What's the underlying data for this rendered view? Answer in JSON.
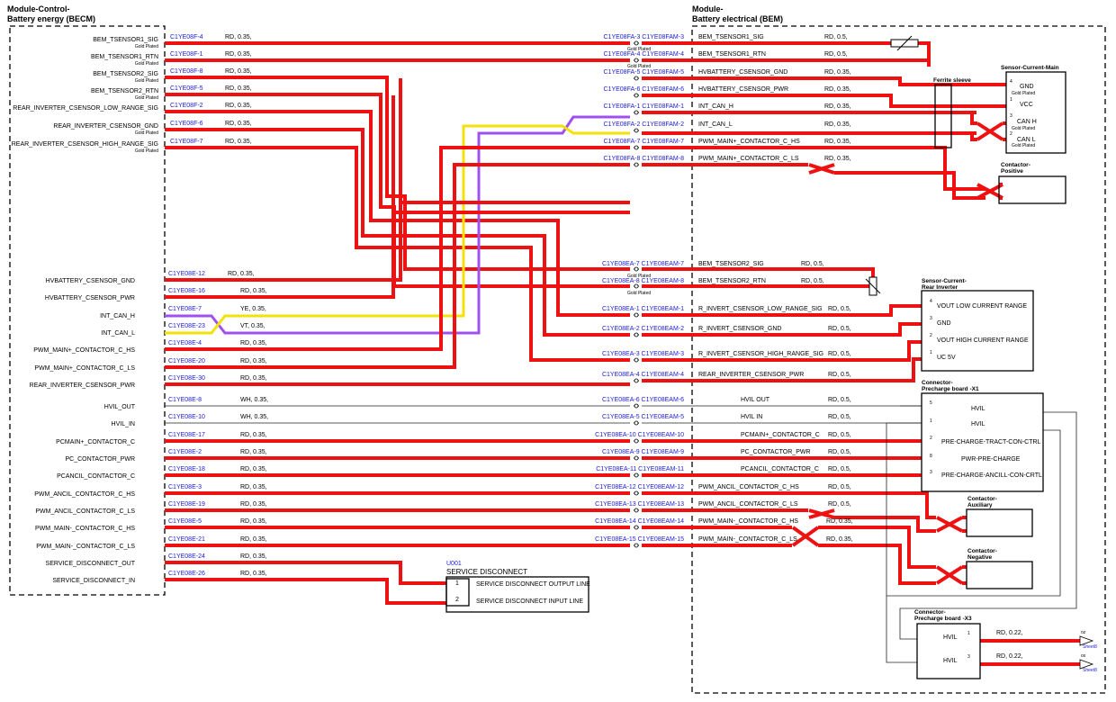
{
  "modules": {
    "becm_title_1": "Module-Control-",
    "becm_title_2": "Battery energy (BECM)",
    "bem_title_1": "Module-",
    "bem_title_2": "Battery electrical (BEM)"
  },
  "upper_wires": [
    {
      "left": "BEM_TSENSOR1_SIG",
      "sub": "Gold Plated",
      "code": "C1YE08F-4",
      "spec": "RD,  0.35,",
      "mid": "C1YE08FA-3  C1YE08FAM-3",
      "midsub": "Gold Plated",
      "right": "BEM_TSENSOR1_SIG",
      "rspec": "RD,  0.5,"
    },
    {
      "left": "BEM_TSENSOR1_RTN",
      "sub": "Gold Plated",
      "code": "C1YE08F-1",
      "spec": "RD,  0.35,",
      "mid": "C1YE08FA-4  C1YE08FAM-4",
      "midsub": "Gold Plated",
      "right": "BEM_TSENSOR1_RTN",
      "rspec": "RD,  0.5,"
    },
    {
      "left": "BEM_TSENSOR2_SIG",
      "sub": "Gold Plated",
      "code": "C1YE08F-8",
      "spec": "RD,  0.35,",
      "mid": "C1YE08FA-5  C1YE08FAM-5",
      "midsub": "",
      "right": "HVBATTERY_CSENSOR_GND",
      "rspec": "RD,  0.35,"
    },
    {
      "left": "BEM_TSENSOR2_RTN",
      "sub": "Gold Plated",
      "code": "C1YE08F-5",
      "spec": "RD,  0.35,",
      "mid": "C1YE08FA-6  C1YE08FAM-6",
      "midsub": "",
      "right": "HVBATTERY_CSENSOR_PWR",
      "rspec": "RD,  0.35,"
    },
    {
      "left": "REAR_INVERTER_CSENSOR_LOW_RANGE_SIG",
      "sub": "",
      "code": "C1YE08F-2",
      "spec": "RD,  0.35,",
      "mid": "C1YE08FA-1  C1YE08FAM-1",
      "midsub": "",
      "right": "INT_CAN_H",
      "rspec": "RD,  0.35,"
    },
    {
      "left": "REAR_INVERTER_CSENSOR_GND",
      "sub": "Gold Plated",
      "code": "C1YE08F-6",
      "spec": "RD,  0.35,",
      "mid": "C1YE08FA-2  C1YE08FAM-2",
      "midsub": "",
      "right": "INT_CAN_L",
      "rspec": "RD,  0.35,"
    },
    {
      "left": "REAR_INVERTER_CSENSOR_HIGH_RANGE_SIG",
      "sub": "Gold Plated",
      "code": "C1YE08F-7",
      "spec": "RD,  0.35,",
      "mid": "C1YE08FA-7  C1YE08FAM-7",
      "midsub": "",
      "right": "PWM_MAIN+_CONTACTOR_C_HS",
      "rspec": "RD,  0.35,"
    },
    {
      "left": "",
      "sub": "",
      "code": "",
      "spec": "",
      "mid": "C1YE08FA-8  C1YE08FAM-8",
      "midsub": "",
      "right": "PWM_MAIN+_CONTACTOR_C_LS",
      "rspec": "RD,  0.35,"
    }
  ],
  "tsensor2_wires": [
    {
      "mid": "C1YE08EA-7  C1YE08EAM-7",
      "midsub": "Gold Plated",
      "right": "BEM_TSENSOR2_SIG",
      "rspec": "RD,  0.5,"
    },
    {
      "mid": "C1YE08EA-8  C1YE08EAM-8",
      "midsub": "Gold Plated",
      "right": "BEM_TSENSOR2_RTN",
      "rspec": "RD,  0.5,"
    }
  ],
  "lower_wires": [
    {
      "left": "HVBATTERY_CSENSOR_GND",
      "code": "C1YE08E-12",
      "spec": "RD,  0.35,",
      "mid": "C1YE08EA-1  C1YE08EAM-1",
      "right": "R_INVERT_CSENSOR_LOW_RANGE_SIG",
      "rspec": "RD,  0.5,"
    },
    {
      "left": "HVBATTERY_CSENSOR_PWR",
      "code": "C1YE08E-16",
      "spec": "RD,  0.35,",
      "mid": "C1YE08EA-2  C1YE08EAM-2",
      "right": "R_INVERT_CSENSOR_GND",
      "rspec": "RD,  0.5,"
    },
    {
      "left": "INT_CAN_H",
      "code": "C1YE08E-7",
      "spec": "YE,  0.35,",
      "mid": "C1YE08EA-3  C1YE08EAM-3",
      "right": "R_INVERT_CSENSOR_HIGH_RANGE_SIG",
      "rspec": "RD,  0.5,"
    },
    {
      "left": "INT_CAN_L",
      "code": "C1YE08E-23",
      "spec": "VT,  0.35,",
      "mid": "C1YE08EA-4  C1YE08EAM-4",
      "right": "REAR_INVERTER_CSENSOR_PWR",
      "rspec": "RD,  0.5,"
    },
    {
      "left": "PWM_MAIN+_CONTACTOR_C_HS",
      "code": "C1YE08E-4",
      "spec": "RD,  0.35,",
      "mid": "C1YE08EA-6  C1YE08EAM-6",
      "right": "HVIL OUT",
      "rspec": "RD,  0.5,"
    },
    {
      "left": "PWM_MAIN+_CONTACTOR_C_LS",
      "code": "C1YE08E-20",
      "spec": "RD,  0.35,",
      "mid": "C1YE08EA-5  C1YE08EAM-5",
      "right": "HVIL IN",
      "rspec": "RD,  0.5,"
    },
    {
      "left": "REAR_INVERTER_CSENSOR_PWR",
      "code": "C1YE08E-30",
      "spec": "RD,  0.35,",
      "mid": "C1YE08EA-10  C1YE08EAM-10",
      "right": "PCMAIN+_CONTACTOR_C",
      "rspec": "RD,  0.5,"
    },
    {
      "left": "HVIL_OUT",
      "code": "C1YE08E-8",
      "spec": "WH,  0.35,",
      "mid": "C1YE08EA-9  C1YE08EAM-9",
      "right": "PC_CONTACTOR_PWR",
      "rspec": "RD,  0.5,"
    },
    {
      "left": "HVIL_IN",
      "code": "C1YE08E-10",
      "spec": "WH,  0.35,",
      "mid": "C1YE08EA-11  C1YE08EAM-11",
      "right": "PCANCIL_CONTACTOR_C",
      "rspec": "RD,  0.5,"
    },
    {
      "left": "PCMAIN+_CONTACTOR_C",
      "code": "C1YE08E-17",
      "spec": "RD,  0.35,",
      "mid": "C1YE08EA-12  C1YE08EAM-12",
      "right": "PWM_ANCIL_CONTACTOR_C_HS",
      "rspec": "RD,  0.5,"
    },
    {
      "left": "PC_CONTACTOR_PWR",
      "code": "C1YE08E-2",
      "spec": "RD,  0.35,",
      "mid": "C1YE08EA-13  C1YE08EAM-13",
      "right": "PWM_ANCIL_CONTACTOR_C_LS",
      "rspec": "RD,  0.5,"
    },
    {
      "left": "PCANCIL_CONTACTOR_C",
      "code": "C1YE08E-18",
      "spec": "RD,  0.35,",
      "mid": "C1YE08EA-14  C1YE08EAM-14",
      "right": "PWM_MAIN-_CONTACTOR_C_HS",
      "rspec": "RD,  0.35,"
    },
    {
      "left": "PWM_ANCIL_CONTACTOR_C_HS",
      "code": "C1YE08E-3",
      "spec": "RD,  0.35,",
      "mid": "C1YE08EA-15  C1YE08EAM-15",
      "right": "PWM_MAIN-_CONTACTOR_C_LS",
      "rspec": "RD,  0.35,"
    },
    {
      "left": "PWM_ANCIL_CONTACTOR_C_LS",
      "code": "C1YE08E-19",
      "spec": "RD,  0.35,",
      "mid": "",
      "right": "",
      "rspec": ""
    },
    {
      "left": "PWM_MAIN-_CONTACTOR_C_HS",
      "code": "C1YE08E-5",
      "spec": "RD,  0.35,",
      "mid": "",
      "right": "",
      "rspec": ""
    },
    {
      "left": "PWM_MAIN-_CONTACTOR_C_LS",
      "code": "C1YE08E-21",
      "spec": "RD,  0.35,",
      "mid": "",
      "right": "",
      "rspec": ""
    },
    {
      "left": "SERVICE_DISCONNECT_OUT",
      "code": "C1YE08E-24",
      "spec": "RD,  0.35,",
      "mid": "",
      "right": "",
      "rspec": ""
    },
    {
      "left": "SERVICE_DISCONNECT_IN",
      "code": "C1YE08E-26",
      "spec": "RD,  0.35,",
      "mid": "",
      "right": "",
      "rspec": ""
    }
  ],
  "components": {
    "ferrite": "Ferrite sleeve",
    "current_main": {
      "title": "Sensor-Current-Main",
      "pins": [
        "4",
        "1",
        "3",
        "2"
      ],
      "labels": [
        "GND",
        "VCC",
        "CAN H",
        "CAN L"
      ],
      "gold": "Gold Plated"
    },
    "contactor_positive": {
      "title": "Contactor-",
      "title2": "Positive"
    },
    "rear_inverter": {
      "title": "Sensor-Current-",
      "title2": "Rear Inverter",
      "pins": [
        "4",
        "3",
        "2",
        "1"
      ],
      "labels": [
        "VOUT LOW CURRENT RANGE",
        "GND",
        "VOUT HIGH CURRENT RANGE",
        "UC 5V"
      ]
    },
    "precharge_x1": {
      "title": "Connector-",
      "title2": "Precharge board -X1",
      "pins": [
        "5",
        "1",
        "2",
        "8",
        "3"
      ],
      "labels": [
        "HVIL",
        "HVIL",
        "PRE-CHARGE-TRACT-CON-CTRL",
        "PWR-PRE-CHARGE",
        "PRE-CHARGE-ANCILL-CON-CRTL"
      ]
    },
    "contactor_aux": {
      "title": "Contactor-",
      "title2": "Auxiliary"
    },
    "contactor_neg": {
      "title": "Contactor-",
      "title2": "Negative"
    },
    "service": {
      "id": "U001",
      "title": "SERVICE DISCONNECT",
      "pins": [
        "1",
        "2"
      ],
      "labels": [
        "SERVICE DISCONNECT OUTPUT LINE",
        "SERVICE DISCONNECT INPUT LINE"
      ]
    },
    "precharge_x3": {
      "title": "Connector-",
      "title2": "Precharge board -X3",
      "pins": [
        "1",
        "3"
      ],
      "labels": [
        "HVIL",
        "HVIL"
      ],
      "specs": [
        "RD,  0.22,",
        "RD,  0.22,"
      ],
      "refs": [
        "oz",
        "ox"
      ],
      "sheet": "Sheet8"
    }
  },
  "colors": {
    "red": "#ee1111",
    "yellow": "#f2e20a",
    "violet": "#a050f0",
    "blue": "#1a1ad6"
  }
}
